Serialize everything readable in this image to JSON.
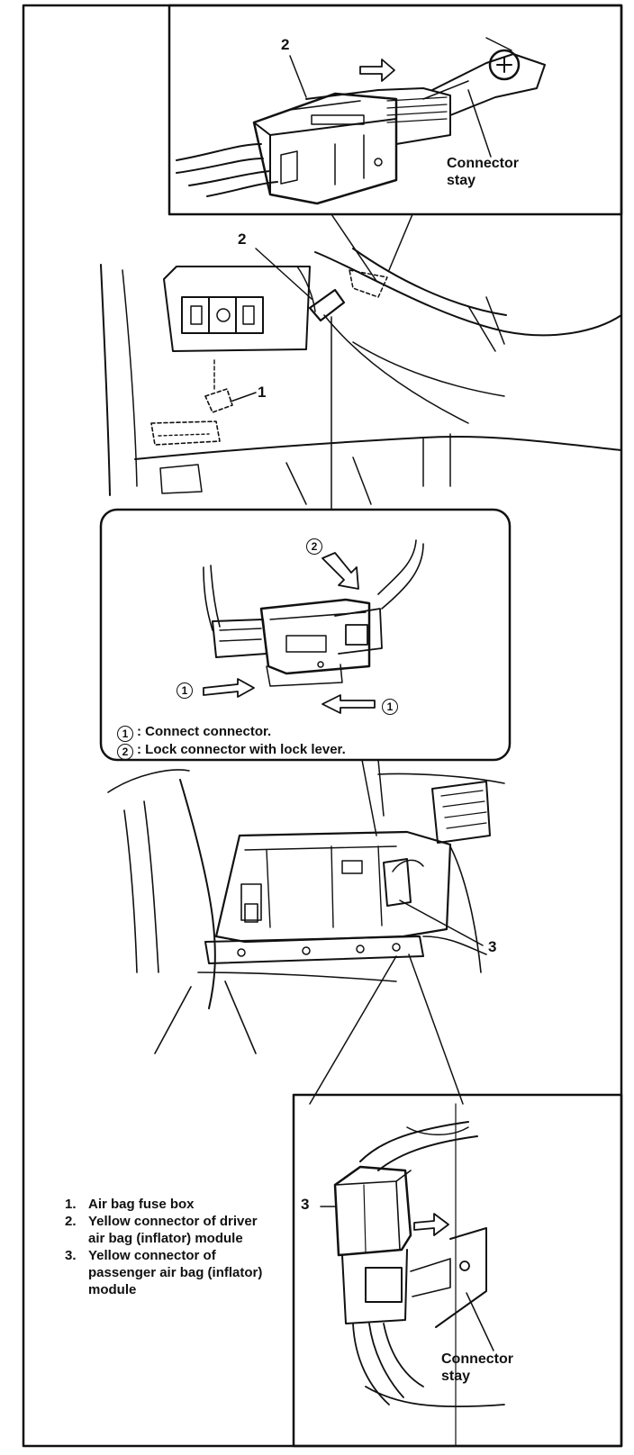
{
  "labels": {
    "top_callout_number": "2",
    "top_connector_stay": "Connector\nstay",
    "dash_label_2": "2",
    "dash_label_1": "1",
    "label_3": "3",
    "bottom_callout_number": "3",
    "bottom_connector_stay": "Connector\nstay"
  },
  "steps": {
    "marker_1": "1",
    "marker_2": "2",
    "step1_text": ": Connect connector.",
    "step2_text": ": Lock connector with lock lever."
  },
  "legend": [
    {
      "num": "1.",
      "text": "Air bag fuse box"
    },
    {
      "num": "2.",
      "text": "Yellow connector of driver air bag (inflator) module"
    },
    {
      "num": "3.",
      "text": "Yellow connector of passenger air bag (inflator) module"
    }
  ]
}
